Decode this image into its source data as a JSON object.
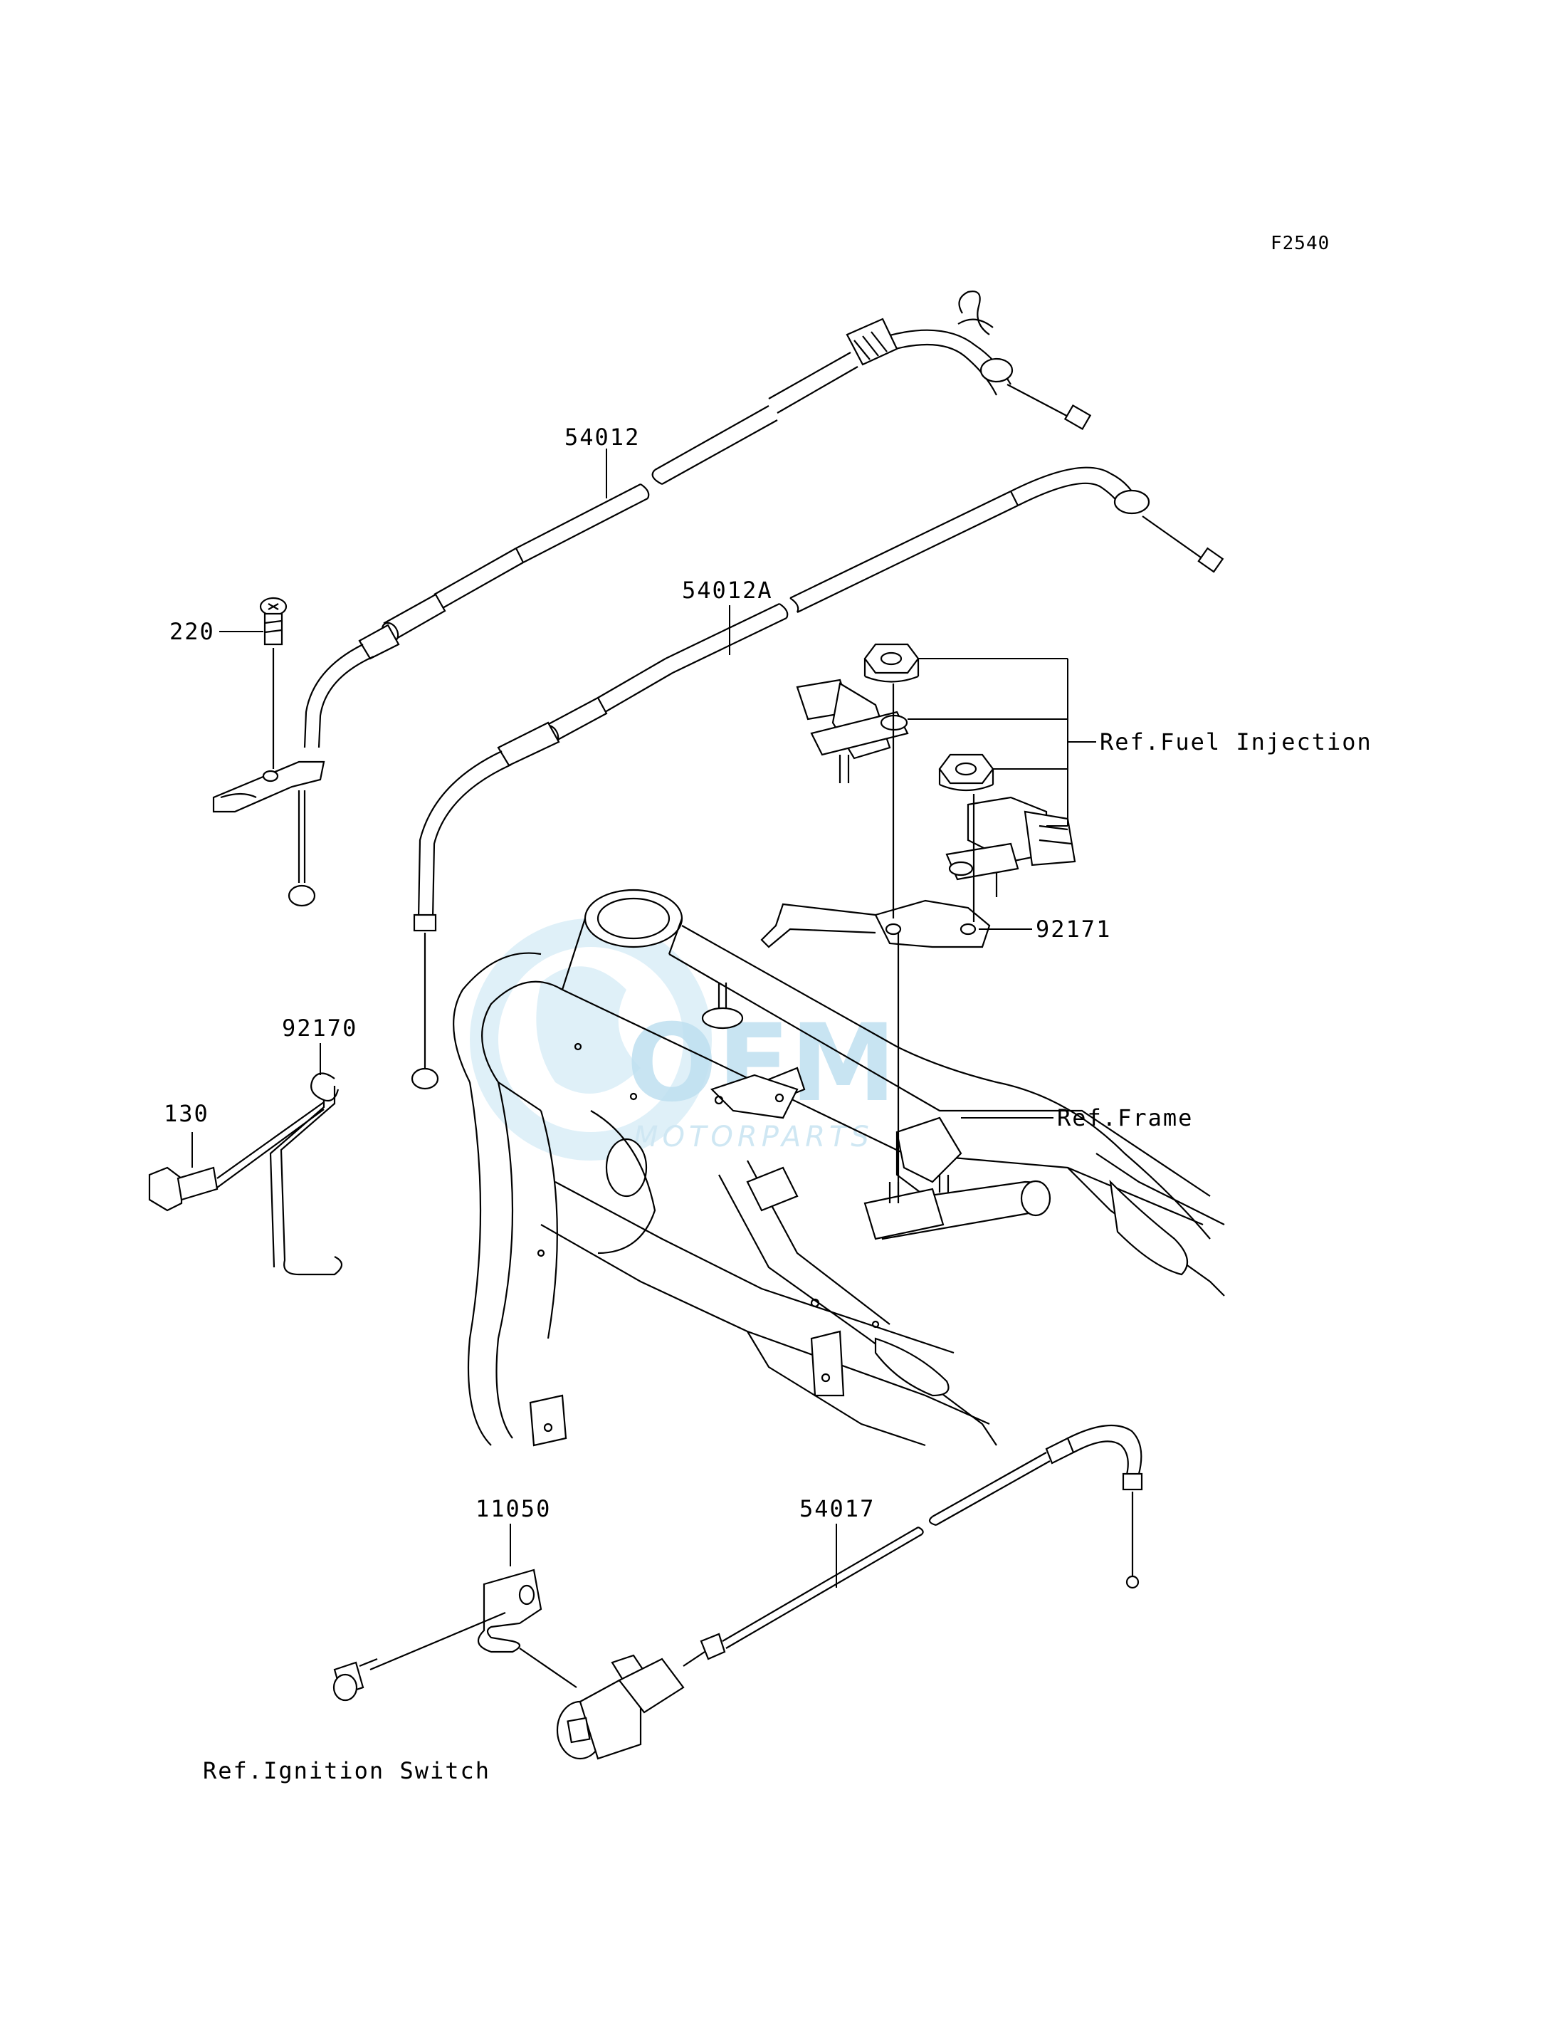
{
  "figure_code": "F2540",
  "watermark": {
    "brand": "OEM",
    "sub": "MOTORPARTS"
  },
  "labels": {
    "p54012": "54012",
    "p54012a": "54012A",
    "p220": "220",
    "p92170": "92170",
    "p130": "130",
    "p92171": "92171",
    "p11050": "11050",
    "p54017": "54017",
    "ref_fuel": "Ref.Fuel Injection",
    "ref_frame": "Ref.Frame",
    "ref_ignition": "Ref.Ignition Switch"
  },
  "colors": {
    "line": "#000000",
    "watermark": "#bfe0f0"
  }
}
